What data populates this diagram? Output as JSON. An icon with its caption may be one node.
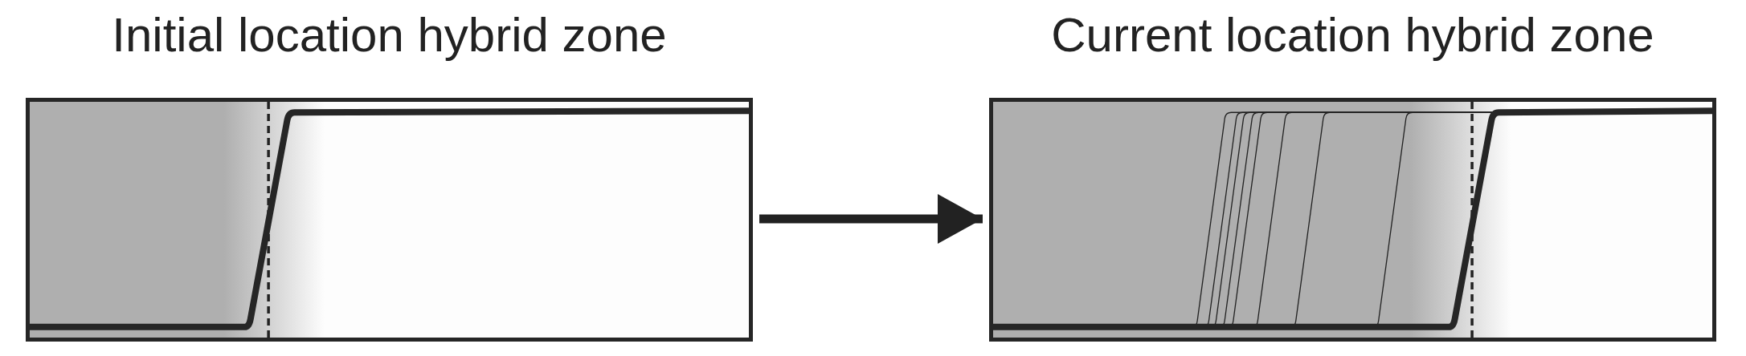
{
  "diagram": {
    "nodes": [
      {
        "text": [
          "Initial location hybrid zone"
        ]
      },
      {
        "text": [
          "Current location hybrid zone"
        ]
      }
    ],
    "edges": [
      {
        "from": 0,
        "to": 1,
        "arrow": "to"
      }
    ]
  }
}
